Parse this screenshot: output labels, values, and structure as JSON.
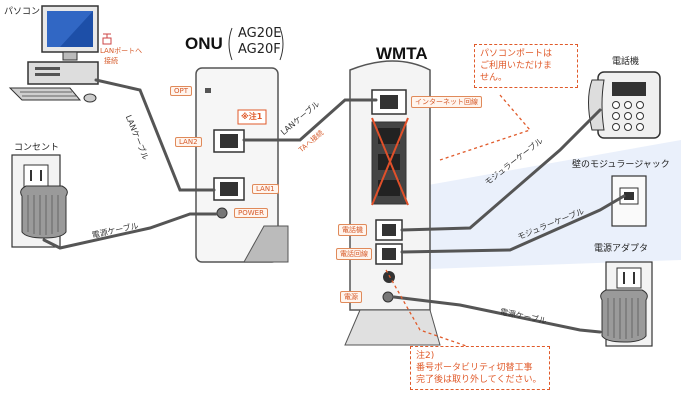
{
  "pc": {
    "label": "パソコン",
    "lan_note_1": "LANポートへ",
    "lan_note_2": "接続"
  },
  "outlet_left": {
    "label": "コンセント"
  },
  "onu": {
    "title": "ONU",
    "model_1": "AG20E",
    "model_2": "AG20F",
    "ports": {
      "opt": "OPT",
      "lan2": "LAN2",
      "lan1": "LAN1",
      "power": "POWER"
    },
    "note1": "※注1"
  },
  "wmta": {
    "title": "WMTA",
    "ports": {
      "internet": "インターネット回線",
      "phone": "電話機",
      "line": "電話回線",
      "power": "電源"
    }
  },
  "cables": {
    "pc_lan": "LANケーブル",
    "onu_lan": "LANケーブル",
    "ta_connect": "TAへ接続",
    "power_left": "電源ケーブル",
    "modular_1": "モジュラーケーブル",
    "modular_2": "モジュラーケーブル",
    "power_right": "電源ケーブル"
  },
  "note_pc_port": {
    "line1": "パソコンポートは",
    "line2": "ご利用いただけま",
    "line3": "せん。"
  },
  "phone": {
    "label": "電話機"
  },
  "wall_jack": {
    "label": "壁のモジュラージャック"
  },
  "adapter": {
    "label": "電源アダプタ"
  },
  "note2": {
    "line1": "注2)",
    "line2": "番号ポータビリティ切替工事",
    "line3": "完了後は取り外してください。"
  }
}
